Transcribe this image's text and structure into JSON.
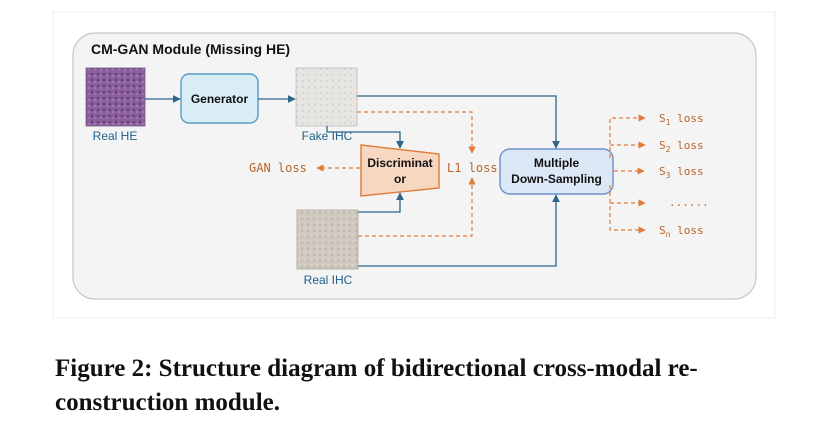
{
  "module_title": "CM-GAN Module (Missing HE)",
  "images": {
    "real_he": "Real HE",
    "fake_ihc": "Fake IHC",
    "real_ihc": "Real IHC"
  },
  "generator_label": "Generator",
  "discriminator_label": {
    "line1": "Discriminat",
    "line2": "or"
  },
  "gan_loss": "GAN loss",
  "l1_loss": "L1 loss",
  "mds_label": {
    "line1": "Multiple",
    "line2": "Down-Sampling"
  },
  "scale_losses": [
    {
      "prefix": "S",
      "sub": "1",
      "suffix": "loss"
    },
    {
      "prefix": "S",
      "sub": "2",
      "suffix": "loss"
    },
    {
      "prefix": "S",
      "sub": "3",
      "suffix": "loss"
    },
    {
      "prefix": "",
      "sub": "",
      "suffix": "......"
    },
    {
      "prefix": "S",
      "sub": "n",
      "suffix": "loss"
    }
  ],
  "caption": {
    "line1": "Figure 2: Structure diagram of bidirectional cross-modal re-",
    "line2": "construction module."
  },
  "colors": {
    "solid_arrow": "#2e6689",
    "dashed_arrow": "#e07b39",
    "generator_fill": "#d9edf7",
    "generator_stroke": "#5a9bc4",
    "mds_fill": "#dde8f7",
    "mds_stroke": "#6f8fc9",
    "disc_fill": "#f8d7c1",
    "disc_stroke": "#e07b39",
    "loss_text": "#b8652a",
    "image_label": "#1f5f8b"
  }
}
